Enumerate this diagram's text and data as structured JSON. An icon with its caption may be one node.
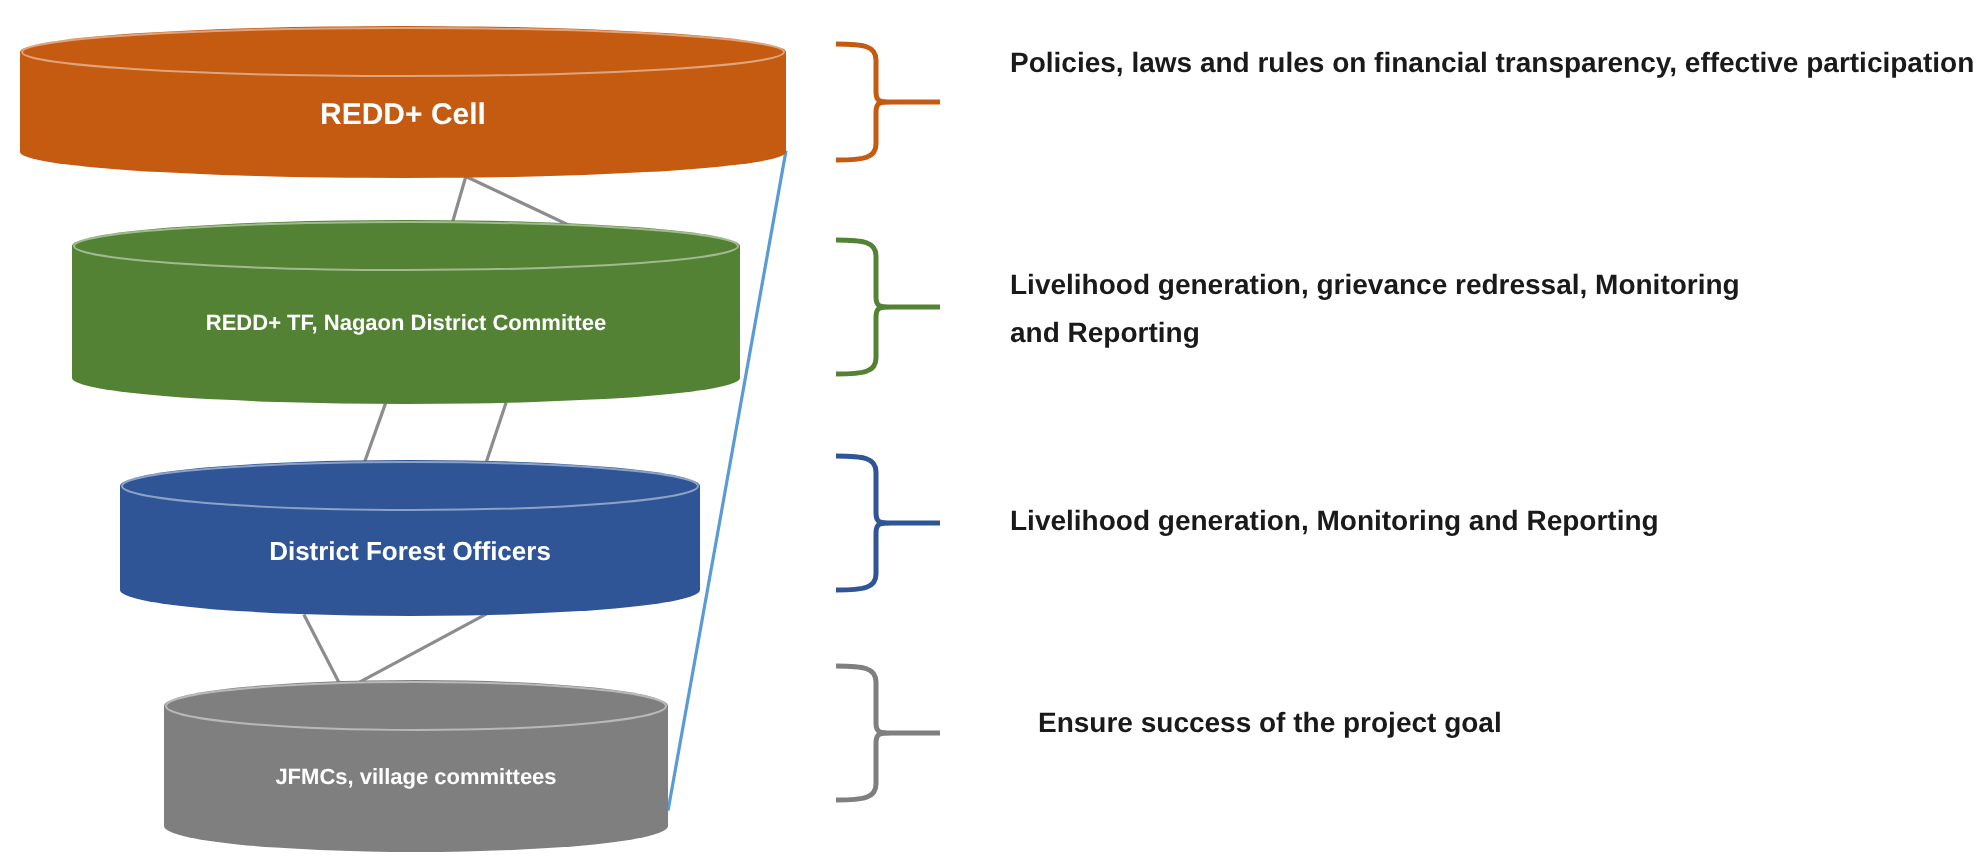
{
  "diagram": {
    "nodes": [
      {
        "text": [
          "REDD+ Cell"
        ]
      },
      {
        "text": [
          "REDD+ TF, Nagaon District Committee"
        ]
      },
      {
        "text": [
          "District Forest Officers"
        ]
      },
      {
        "text": [
          "JFMCs, village committees"
        ]
      }
    ],
    "labels": [
      "Policies, laws and rules on financial transparency, effective participation",
      "Livelihood generation, grievance redressal, Monitoring and Reporting",
      "Livelihood generation, Monitoring and Reporting",
      "Ensure success of the project goal"
    ],
    "edges": [
      {
        "from": 0,
        "to": 1,
        "arrow": "none"
      },
      {
        "from": 0,
        "to": 1,
        "arrow": "none"
      },
      {
        "from": 1,
        "to": 2,
        "arrow": "none"
      },
      {
        "from": 1,
        "to": 2,
        "arrow": "none"
      },
      {
        "from": 2,
        "to": 3,
        "arrow": "none"
      },
      {
        "from": 2,
        "to": 3,
        "arrow": "none"
      },
      {
        "from": 0,
        "to": 3,
        "arrow": "none",
        "color": "#5b9bd5"
      }
    ]
  }
}
